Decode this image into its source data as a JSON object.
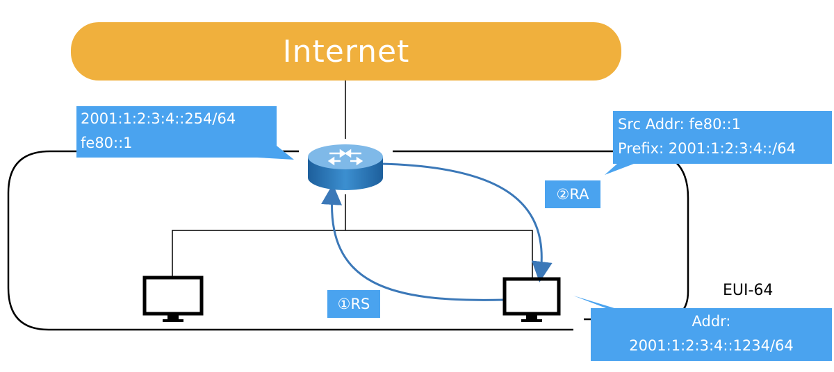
{
  "internet": {
    "label": "Internet"
  },
  "router_callout": {
    "line1": "2001:1:2:3:4::254/64",
    "line2": "fe80::1"
  },
  "ra_callout": {
    "line1": "Src Addr: fe80::1",
    "line2": "Prefix: 2001:1:2:3:4::/64"
  },
  "host_callout": {
    "line1": "Addr:",
    "line2": "2001:1:2:3:4::1234/64"
  },
  "steps": {
    "rs": "①RS",
    "ra": "②RA"
  },
  "eui_label": "EUI-64",
  "colors": {
    "internet": "#f0b03d",
    "callout": "#4aa3ef",
    "arrow": "#3b78b8",
    "router": "#3c8fd0"
  }
}
